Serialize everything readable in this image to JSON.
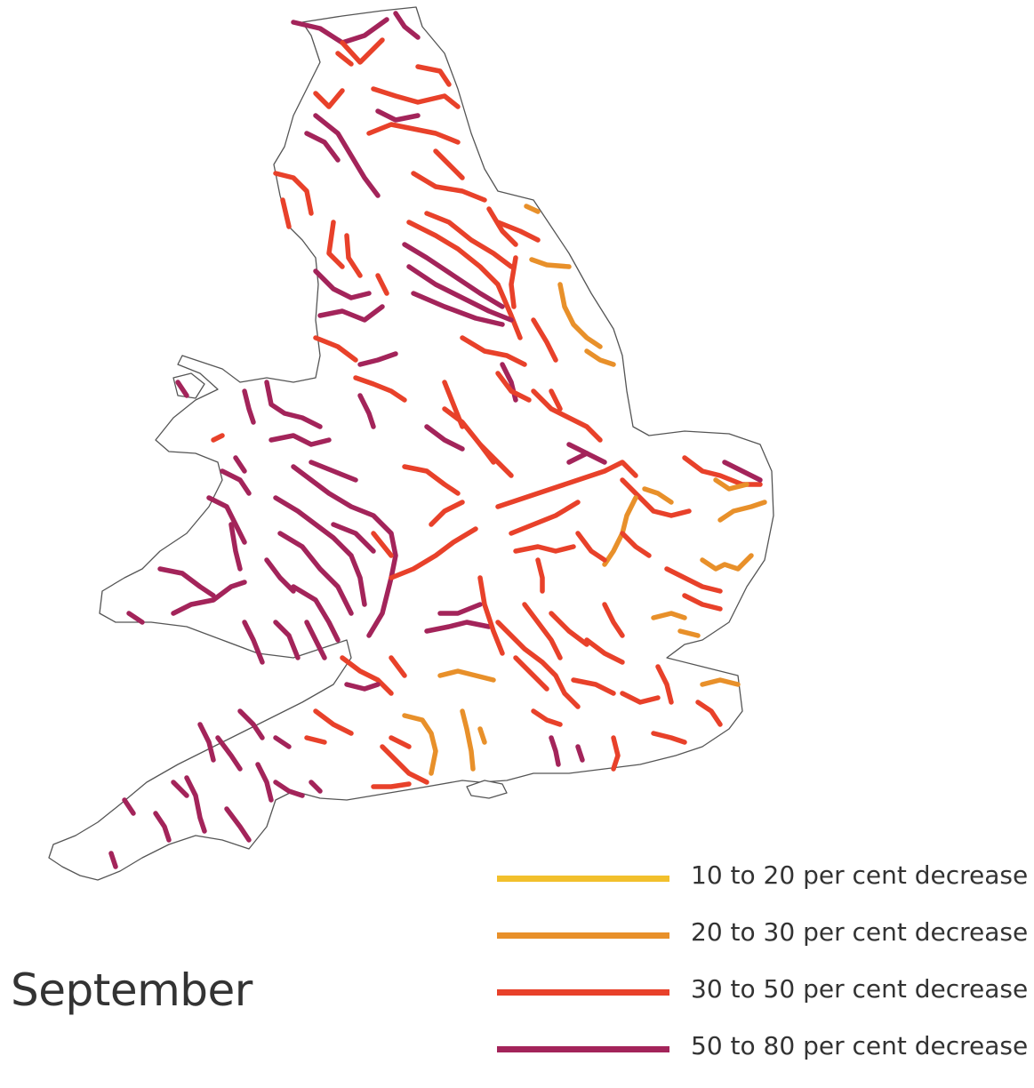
{
  "map": {
    "month": "September",
    "legend": [
      {
        "label": "10 to 20 per cent decrease",
        "color": "#f2c02c"
      },
      {
        "label": "20 to 30 per cent decrease",
        "color": "#e8902a"
      },
      {
        "label": "30 to 50 per cent decrease",
        "color": "#e8412a"
      },
      {
        "label": "50 to 80 per cent decrease",
        "color": "#a3245a"
      }
    ]
  }
}
